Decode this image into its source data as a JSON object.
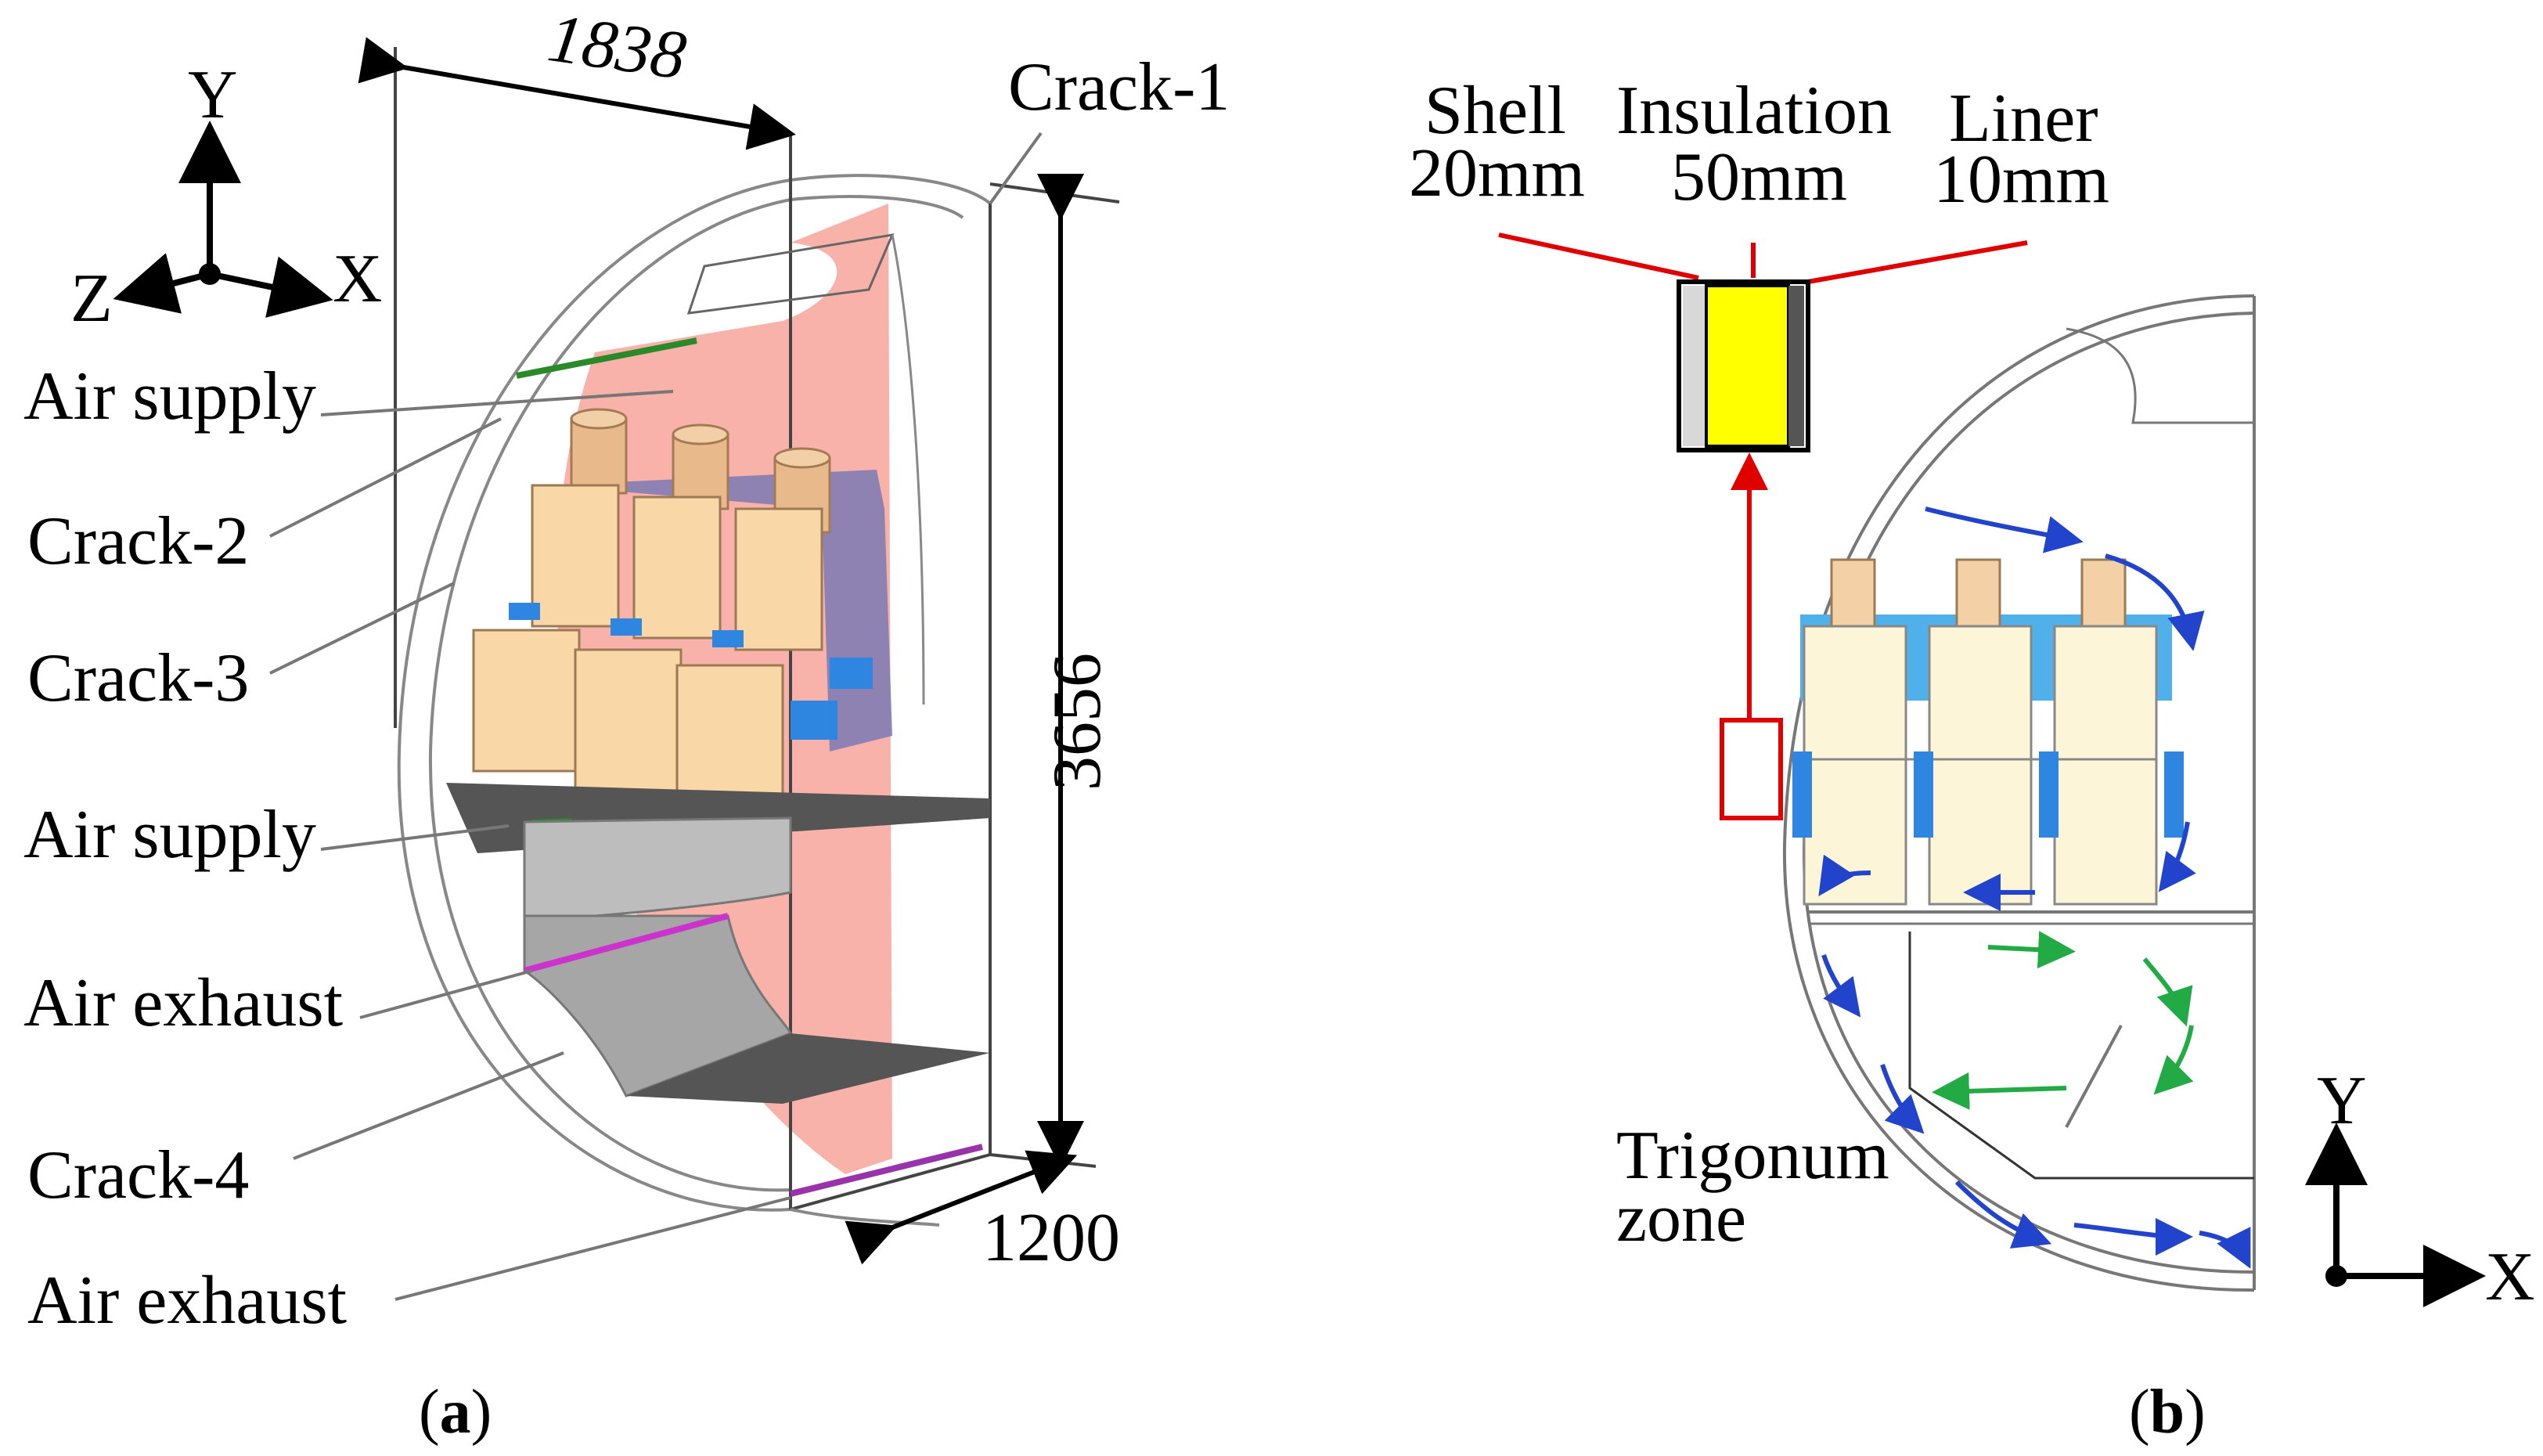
{
  "panel_a": {
    "axes": {
      "y": "Y",
      "x": "X",
      "z": "Z"
    },
    "dims": {
      "width": "1838",
      "height": "3656",
      "depth": "1200"
    },
    "labels": {
      "crack1": "Crack-1",
      "air_supply_top": "Air supply",
      "crack2": "Crack-2",
      "crack3": "Crack-3",
      "air_supply_mid": "Air supply",
      "air_exhaust_mid": "Air exhaust",
      "crack4": "Crack-4",
      "air_exhaust_bottom": "Air exhaust"
    },
    "caption": {
      "open": "(",
      "letter": "a",
      "close": ")"
    }
  },
  "panel_b": {
    "layers": {
      "shell": {
        "name": "Shell",
        "thickness": "20mm"
      },
      "insulation": {
        "name": "Insulation",
        "thickness": "50mm"
      },
      "liner": {
        "name": "Liner",
        "thickness": "10mm"
      }
    },
    "trigonum": {
      "line1": "Trigonum",
      "line2": "zone"
    },
    "axes": {
      "y": "Y",
      "x": "X"
    },
    "caption": {
      "open": "(",
      "letter": "b",
      "close": ")"
    }
  },
  "colors": {
    "plume": "#f7a49a",
    "seat": "#f9d7a6",
    "headrest": "#e8b98a",
    "gasper_blue": "#2f86e0",
    "panel_blue": "#4fb0ea",
    "insulation": "#ffff00",
    "shell_gray": "#d8d8d8",
    "liner_dark": "#555555",
    "arrow_blue": "#2244cc",
    "arrow_green": "#22aa44",
    "callout_red": "#e00000",
    "floor_dark": "#555555"
  }
}
